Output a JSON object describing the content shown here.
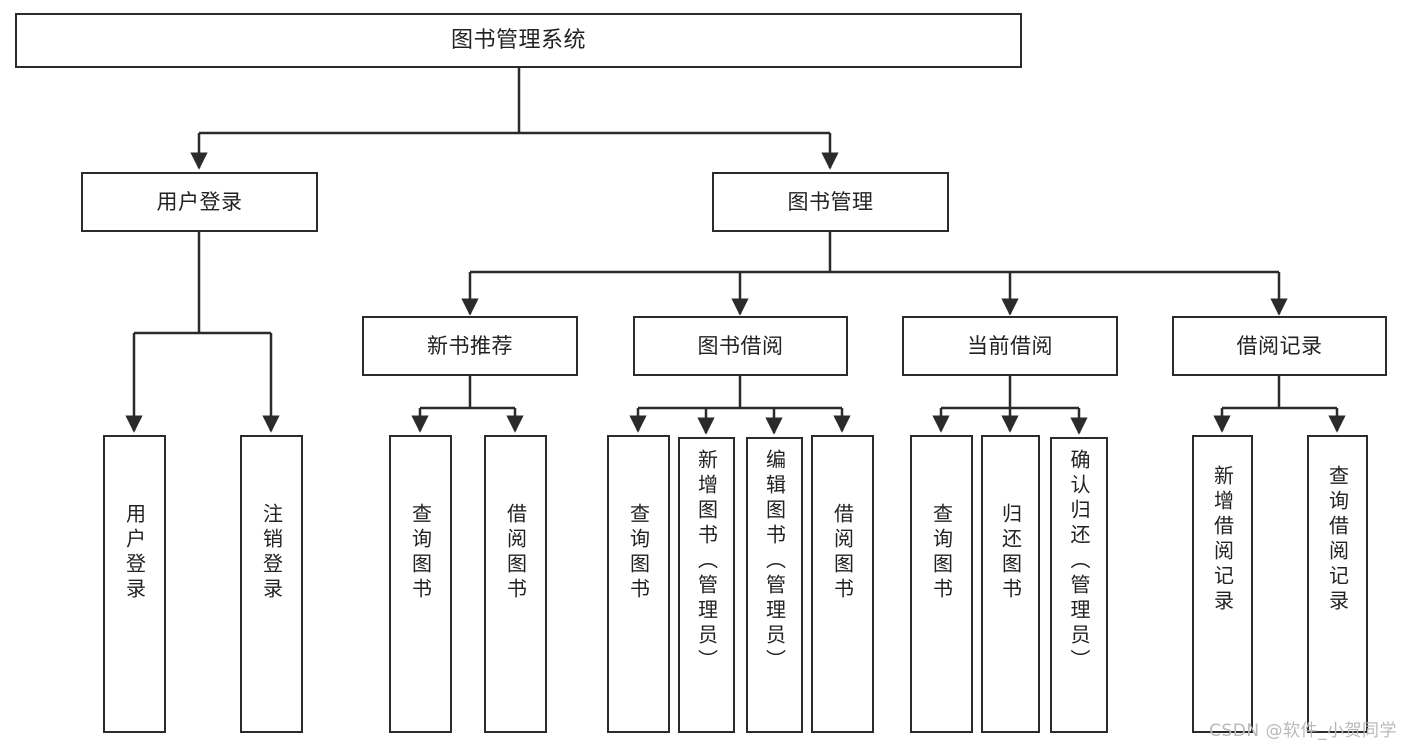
{
  "diagram": {
    "title": "图书管理系统",
    "type": "tree",
    "watermark": "CSDN @软件_小贺同学",
    "colors": {
      "box_border": "#2b2b2b",
      "box_fill": "#ffffff",
      "connector": "#2b2b2b",
      "text": "#222222",
      "watermark": "#b9b9b9",
      "background": "#ffffff"
    },
    "levels": {
      "root": [
        "图书管理系统"
      ],
      "level2": [
        "用户登录",
        "图书管理"
      ],
      "level3": [
        "新书推荐",
        "图书借阅",
        "当前借阅",
        "借阅记录"
      ],
      "level4": [
        "用户登录",
        "注销登录",
        "查询图书",
        "借阅图书",
        "查询图书",
        "新增图书（管理员）",
        "编辑图书（管理员）",
        "借阅图书",
        "查询图书",
        "归还图书",
        "确认归还（管理员）",
        "新增借阅记录",
        "查询借阅记录"
      ]
    },
    "nodes": {
      "root": {
        "label": "图书管理系统"
      },
      "user_login": {
        "label": "用户登录"
      },
      "book_manage": {
        "label": "图书管理"
      },
      "new_book_rec": {
        "label": "新书推荐"
      },
      "book_borrow": {
        "label": "图书借阅"
      },
      "current_borrow": {
        "label": "当前借阅"
      },
      "borrow_record": {
        "label": "借阅记录"
      },
      "leaf_user_login": {
        "label": "用户登录"
      },
      "leaf_logout": {
        "label": "注销登录"
      },
      "leaf_query_book_1": {
        "label": "查询图书"
      },
      "leaf_borrow_book_1": {
        "label": "借阅图书"
      },
      "leaf_query_book_2": {
        "label": "查询图书"
      },
      "leaf_add_book": {
        "label": "新增图书（管理员）"
      },
      "leaf_edit_book": {
        "label": "编辑图书（管理员）"
      },
      "leaf_borrow_book_2": {
        "label": "借阅图书"
      },
      "leaf_query_book_3": {
        "label": "查询图书"
      },
      "leaf_return_book": {
        "label": "归还图书"
      },
      "leaf_confirm_return": {
        "label": "确认归还（管理员）"
      },
      "leaf_add_record": {
        "label": "新增借阅记录"
      },
      "leaf_query_record": {
        "label": "查询借阅记录"
      }
    }
  }
}
